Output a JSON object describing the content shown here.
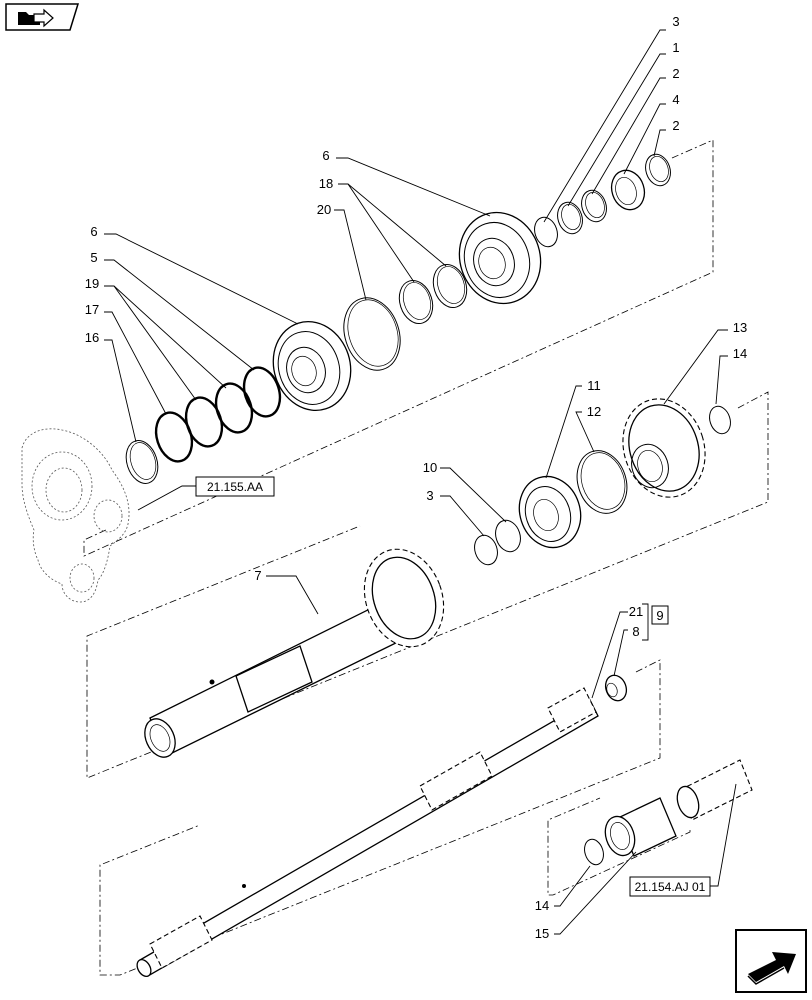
{
  "callouts": {
    "c3a": "3",
    "c1": "1",
    "c2a": "2",
    "c4": "4",
    "c2b": "2",
    "c6a": "6",
    "c18": "18",
    "c20": "20",
    "c6b": "6",
    "c5": "5",
    "c19": "19",
    "c17": "17",
    "c16": "16",
    "c13": "13",
    "c14a": "14",
    "c11": "11",
    "c12": "12",
    "c10": "10",
    "c3b": "3",
    "c7": "7",
    "c21": "21",
    "c8": "8",
    "c9": "9",
    "c14b": "14",
    "c15": "15"
  },
  "references": {
    "ref_a": "21.155.AA",
    "ref_b": "21.154.AJ 01"
  },
  "icons": {
    "top_left": "folder-arrow-icon",
    "bottom_right": "next-page-arrow-icon"
  }
}
